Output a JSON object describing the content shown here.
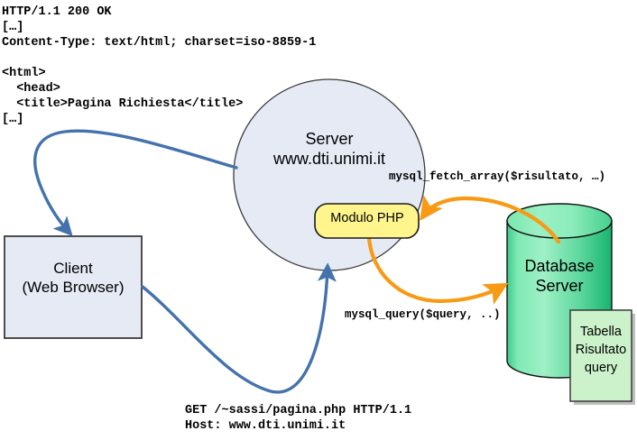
{
  "diagram": {
    "title": "PHP client-server-database request flow",
    "colors": {
      "blue_arrow": "#4472ad",
      "orange_arrow": "#f79a14",
      "server_fill": "#e6eaf5",
      "client_fill": "#e6eaf5",
      "php_fill": "#ffef9e",
      "db_fill": "#6ee7a8",
      "result_fill": "#ccf2cc",
      "outline": "#3b3b3b",
      "text": "#000000"
    },
    "http_response": {
      "name": "http-response-text",
      "lines": "HTTP/1.1 200 OK\n[…]\nContent-Type: text/html; charset=iso-8859-1\n\n<html>\n  <head>\n  <title>Pagina Richiesta</title>\n[…]"
    },
    "http_request": {
      "name": "http-request-text",
      "lines": "GET /~sassi/pagina.php HTTP/1.1\nHost: www.dti.unimi.it"
    },
    "nodes": {
      "server": {
        "label": "Server\nwww.dti.unimi.it",
        "shape": "circle"
      },
      "client": {
        "label": "Client\n(Web Browser)",
        "shape": "rectangle"
      },
      "php_module": {
        "label": "Modulo PHP",
        "shape": "rounded-rectangle"
      },
      "database": {
        "label": "Database\nServer",
        "shape": "cylinder"
      },
      "result_table": {
        "label": "Tabella\nRisultato\nquery",
        "shape": "note"
      }
    },
    "edges": {
      "php_to_db": {
        "label": "mysql_query($query, ..)",
        "color": "#f79a14"
      },
      "db_to_php": {
        "label": "mysql_fetch_array($risultato, …)",
        "color": "#f79a14"
      },
      "client_to_server": {
        "label": "",
        "color": "#4472ad"
      },
      "server_to_client": {
        "label": "",
        "color": "#4472ad"
      }
    }
  }
}
